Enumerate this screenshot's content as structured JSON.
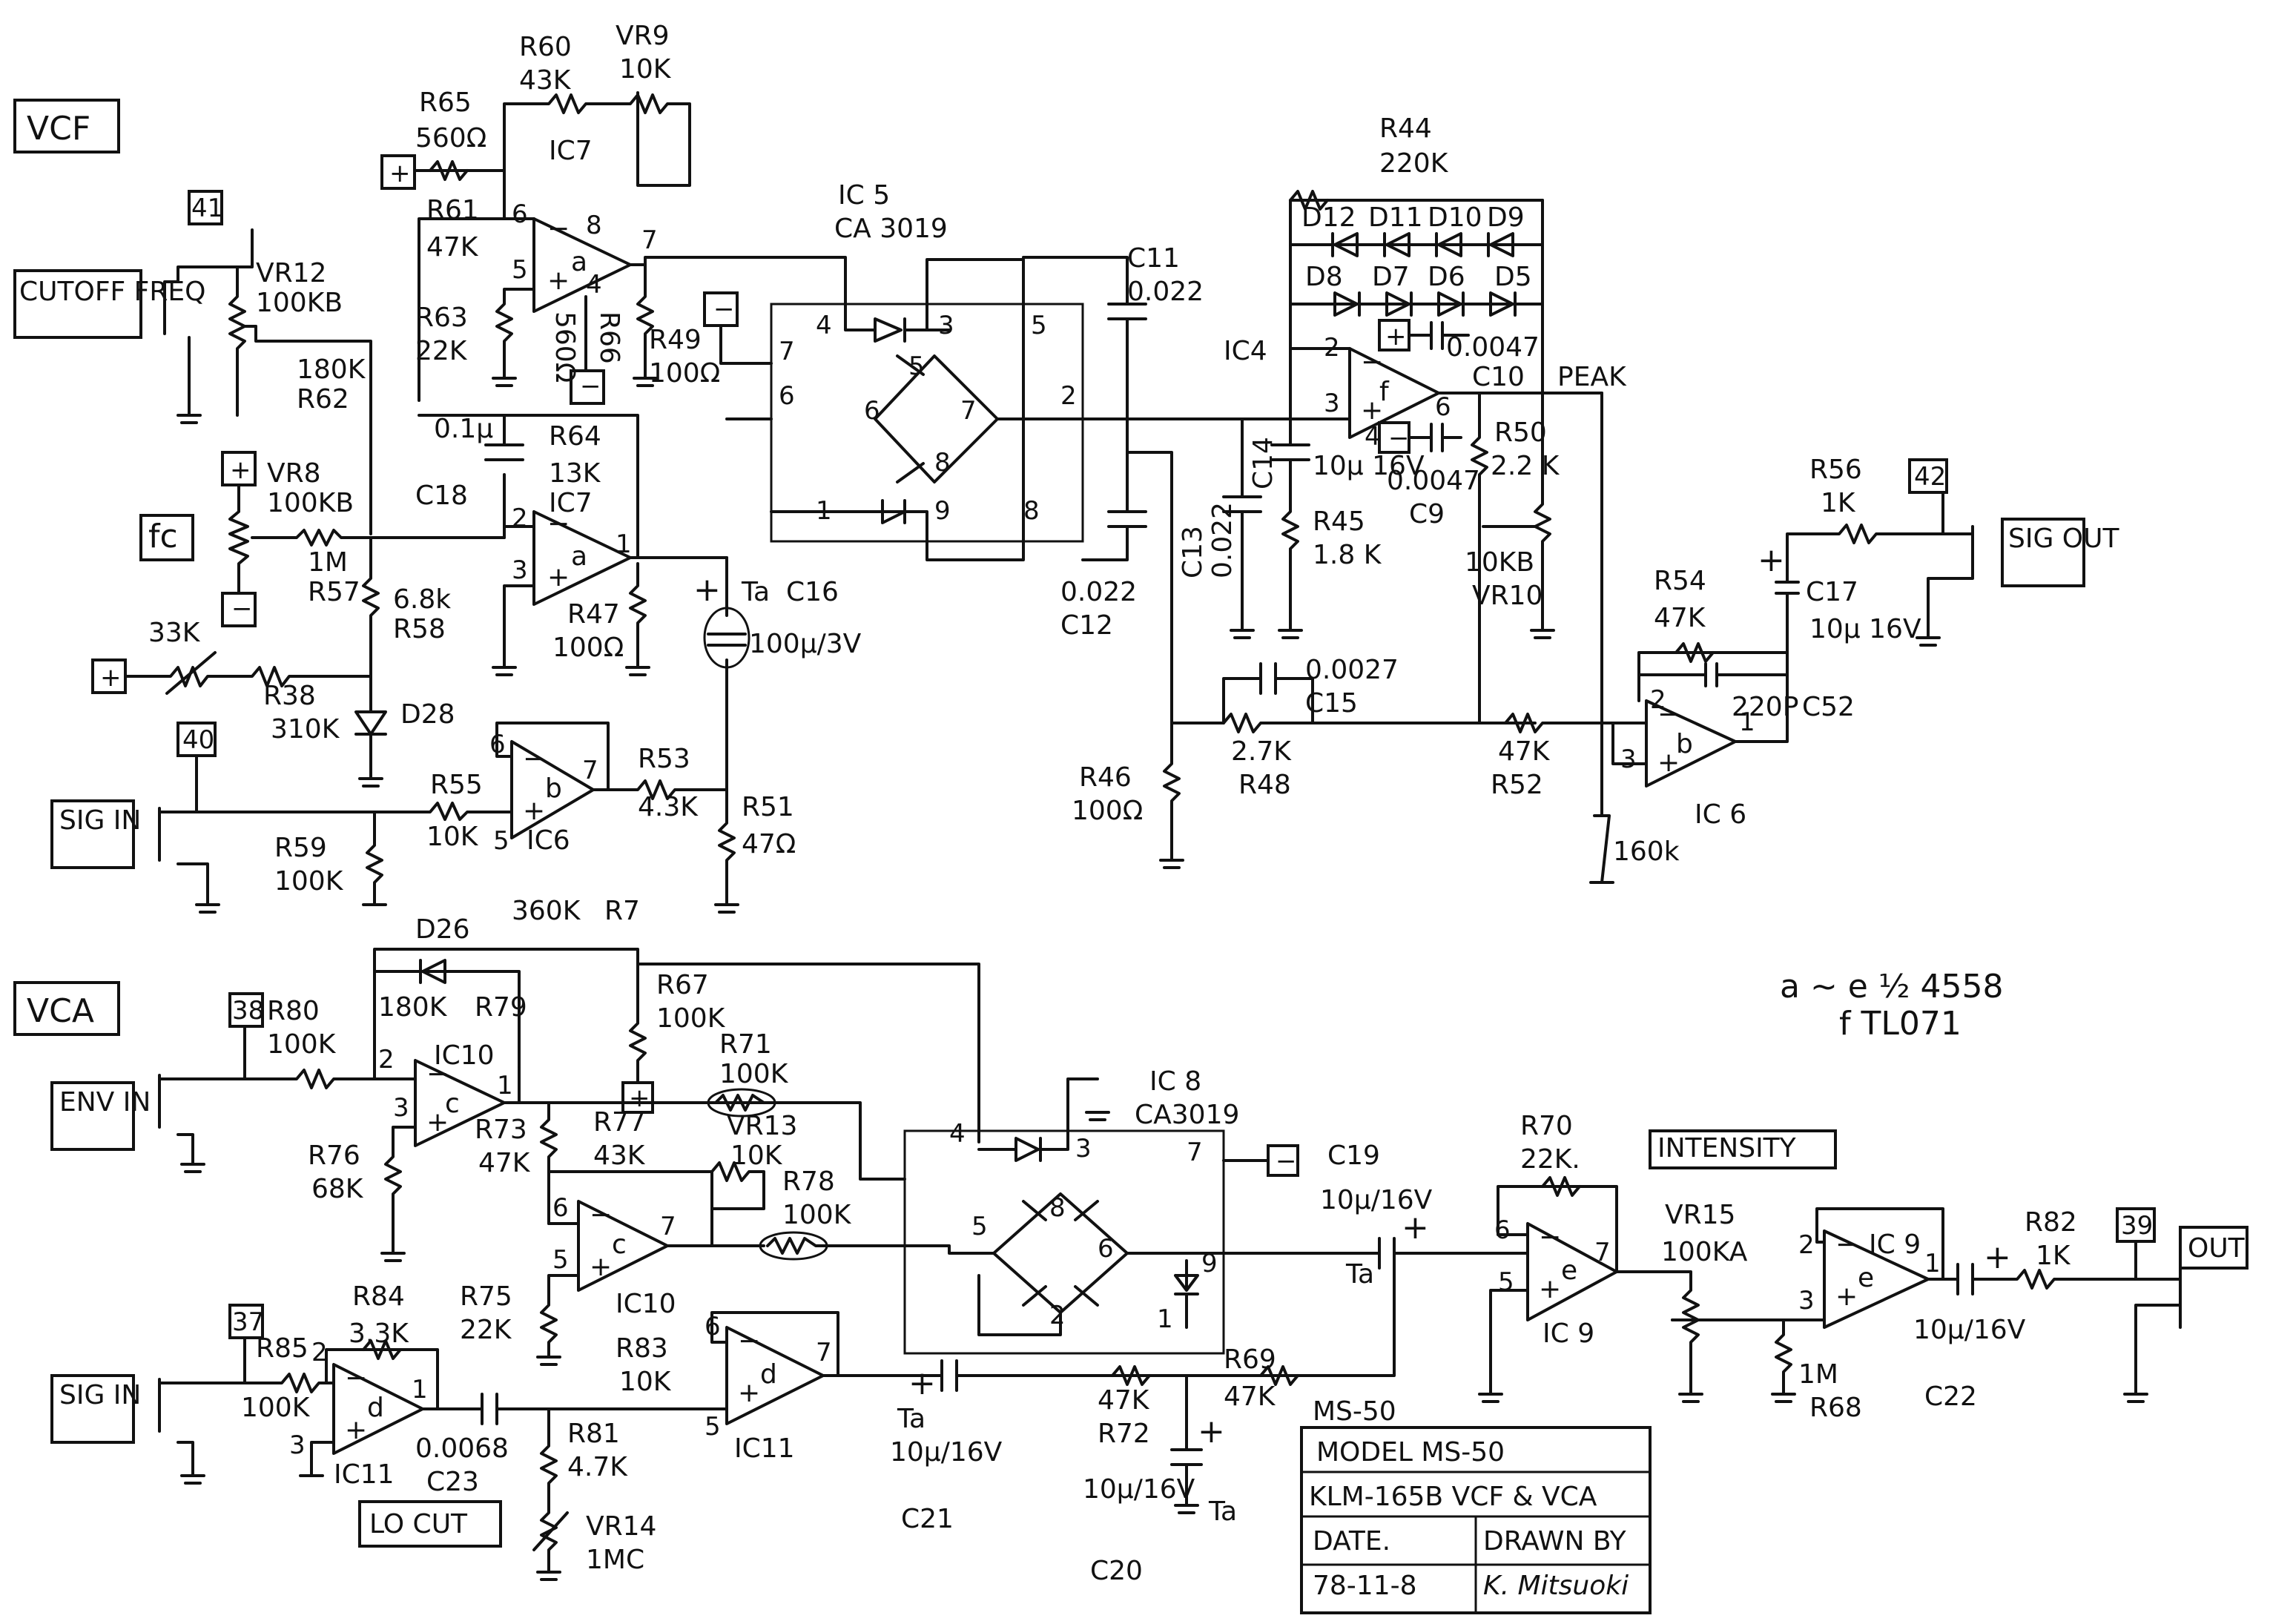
{
  "sections": {
    "vcf": "VCF",
    "vca": "VCA"
  },
  "ports": {
    "cutoff_freq": "CUTOFF FREQ",
    "fc": "fc",
    "sig_in_vcf": "SIG IN",
    "sig_out": "SIG OUT",
    "env_in": "ENV IN",
    "sig_in_vca": "SIG IN",
    "out": "OUT",
    "term41": "41",
    "term40": "40",
    "term42": "42",
    "term38": "38",
    "term37": "37",
    "term39": "39"
  },
  "labels": {
    "peak": "PEAK",
    "intensity": "INTENSITY",
    "lo_cut": "LO CUT",
    "ic_note_line1": "a ~ e ½ 4558",
    "ic_note_line2": "f TL071",
    "model_short": "MS-50"
  },
  "ics": {
    "ic5": "IC 5",
    "ic5_part": "CA 3019",
    "ic8": "IC 8",
    "ic8_part": "CA3019",
    "ic4": "IC4",
    "ic7a_top": "IC7",
    "ic7a_bottom": "IC7",
    "ic6b_left": "IC6",
    "ic6b_right": "IC 6",
    "ic10c_top": "IC10",
    "ic10c_bottom": "IC10",
    "ic11d_left": "IC11",
    "ic11d_right": "IC11",
    "ic9e_left": "IC 9",
    "ic9e_right": "IC 9"
  },
  "components": {
    "r60": "R60",
    "r60v": "43K",
    "vr9": "VR9",
    "vr9v": "10K",
    "r65": "R65",
    "r65v": "560Ω",
    "r61": "R61",
    "r61v": "47K",
    "r63": "R63",
    "r63v": "22K",
    "r66": "R66",
    "r66v": "560Ω",
    "r49": "R49",
    "r49v": "100Ω",
    "vr12": "VR12",
    "vr12v": "100KB",
    "r62": "R62",
    "r62v": "180K",
    "r64": "R64",
    "r64v": "13K",
    "c18": "C18",
    "c18v": "0.1µ",
    "vr8": "VR8",
    "vr8v": "100KB",
    "r57": "R57",
    "r57v": "1M",
    "r58": "R58",
    "r58v": "6.8k",
    "r47": "R47",
    "r47v": "100Ω",
    "vr33k": "33K",
    "r38": "R38",
    "r38v": "310K",
    "d28": "D28",
    "r55": "R55",
    "r55v": "10K",
    "r59": "R59",
    "r59v": "100K",
    "r53": "R53",
    "r53v": "4.3K",
    "r51": "R51",
    "r51v": "47Ω",
    "c16": "C16",
    "c16v": "100µ/3V",
    "ta": "Ta",
    "c11": "C11",
    "c11v": "0.022",
    "c12": "C12",
    "c12v": "0.022",
    "c13": "C13",
    "c13v": "0.022",
    "c14": "C14",
    "c14v": "10µ 16V",
    "r45": "R45",
    "r45v": "1.8 K",
    "r44": "R44",
    "r44v": "220K",
    "d12": "D12",
    "d11": "D11",
    "d10": "D10",
    "d9": "D9",
    "d8": "D8",
    "d7": "D7",
    "d6": "D6",
    "d5": "D5",
    "c10": "C10",
    "c10v": "0.0047",
    "c9": "C9",
    "c9v": "0.0047",
    "r50": "R50",
    "r50v": "2.2 K",
    "vr10": "VR10",
    "vr10v": "10KB",
    "c15": "C15",
    "c15v": "0.0027",
    "r48": "R48",
    "r48v": "2.7K",
    "r46": "R46",
    "r46v": "100Ω",
    "r52": "R52",
    "r52v": "47K",
    "r160k": "160k",
    "r56": "R56",
    "r56v": "1K",
    "c17": "C17",
    "c17v": "10µ 16V",
    "r54": "R54",
    "r54v": "47K",
    "c52": "C52",
    "c52v": "220P",
    "d26": "D26",
    "r7": "R7",
    "r7v": "360K",
    "r79": "R79",
    "r79v": "180K",
    "r80": "R80",
    "r80v": "100K",
    "r67": "R67",
    "r67v": "100K",
    "r71": "R71",
    "r71v": "100K",
    "vr13": "VR13",
    "vr13v": "10K",
    "r73": "R73",
    "r73v": "47K",
    "r76": "R76",
    "r76v": "68K",
    "r77": "R77",
    "r77v": "43K",
    "r78": "R78",
    "r78v": "100K",
    "r75": "R75",
    "r75v": "22K",
    "r84": "R84",
    "r84v": "3.3K",
    "r85": "R85",
    "r85v": "100K",
    "c23": "C23",
    "c23v": "0.0068",
    "r83": "R83",
    "r83v": "10K",
    "r81": "R81",
    "r81v": "4.7K",
    "vr14": "VR14",
    "vr14v": "1MC",
    "c21": "C21",
    "c21v": "10µ/16V",
    "r72": "R72",
    "r72v": "47K",
    "r69": "R69",
    "r69v": "47K",
    "c20": "C20",
    "c20v": "10µ/16V",
    "c19": "C19",
    "c19v": "10µ/16V",
    "r70": "R70",
    "r70v": "22K.",
    "vr15": "VR15",
    "vr15v": "100KA",
    "r68": "R68",
    "r68v": "1M",
    "c22": "C22",
    "c22v": "10µ/16V",
    "r82": "R82",
    "r82v": "1K"
  },
  "title_block": {
    "model_line": "MODEL MS-50",
    "name_line": "KLM-165B VCF & VCA",
    "date_label": "DATE.",
    "date_value": "78-11-8",
    "drawn_label": "DRAWN BY",
    "drawn_value": "K. Mitsuoki"
  }
}
